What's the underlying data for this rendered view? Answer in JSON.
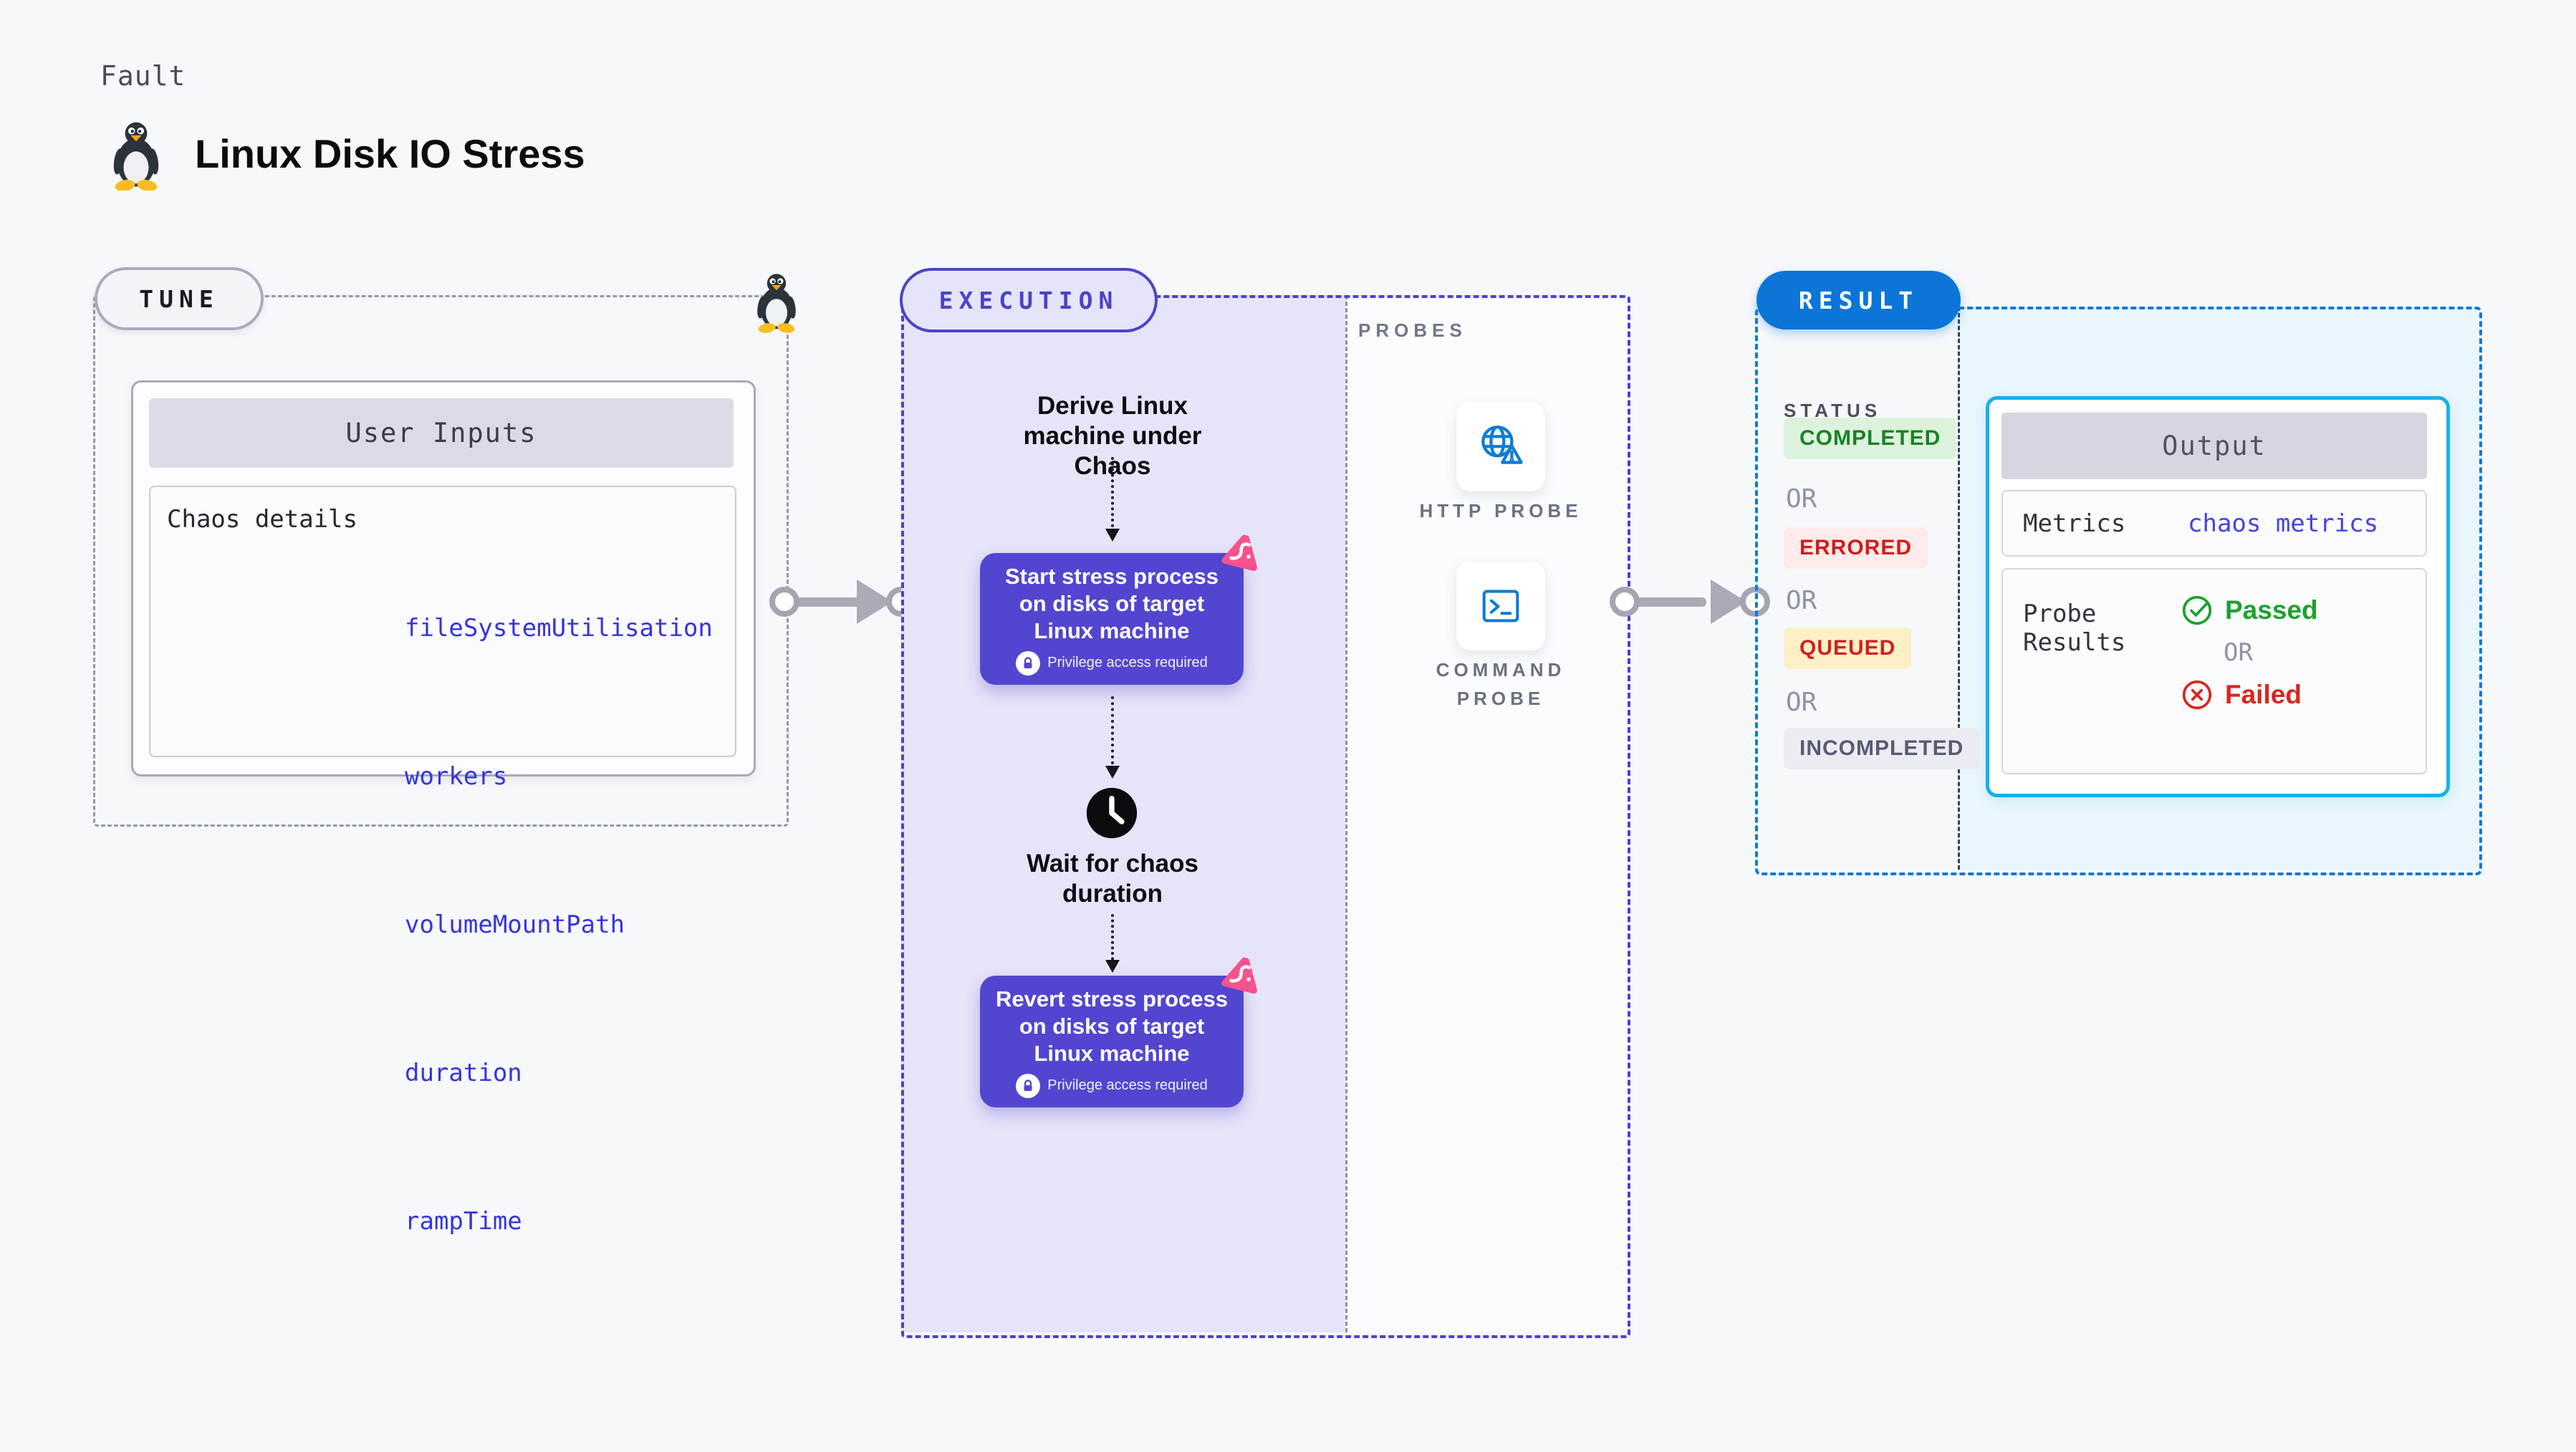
{
  "header": {
    "kicker": "Fault",
    "title": "Linux Disk IO Stress",
    "icon": "tux-penguin-icon"
  },
  "tune": {
    "label": "TUNE",
    "corner_icon": "tux-penguin-icon",
    "card": {
      "title": "User Inputs",
      "row_label": "Chaos details",
      "params": [
        "fileSystemUtilisation",
        "workers",
        "volumeMountPath",
        "duration",
        "rampTime"
      ],
      "param_color": "#3434dd"
    }
  },
  "execution": {
    "label": "EXECUTION",
    "accent_color": "#4b43cb",
    "node_color": "#5246d1",
    "derive_step": "Derive Linux machine under Chaos",
    "start_node": "Start stress process on disks of target Linux machine",
    "wait_step": "Wait for chaos duration",
    "revert_node": "Revert stress process on disks of target Linux machine",
    "privilege_note": "Privilege access required",
    "node_logo": "litmus-chaos-logo-icon",
    "logo_color": "#f7528b"
  },
  "probes": {
    "label": "PROBES",
    "icon_color": "#0e7cd3",
    "items": [
      {
        "label": "HTTP PROBE",
        "icon": "globe-alert-icon"
      },
      {
        "label": "COMMAND PROBE",
        "icon": "terminal-icon"
      }
    ]
  },
  "result": {
    "label": "RESULT",
    "accent_color": "#0b76d8",
    "status_label": "STATUS",
    "or_label": "OR",
    "statuses": [
      {
        "label": "COMPLETED",
        "text_color": "#1b8127",
        "bg": "#dcf2dc"
      },
      {
        "label": "ERRORED",
        "text_color": "#cf1d1d",
        "bg": "#fdeaea"
      },
      {
        "label": "QUEUED",
        "text_color": "#cf2222",
        "bg": "#fcf0c6"
      },
      {
        "label": "INCOMPLETED",
        "text_color": "#585b76",
        "bg": "#ebebf2"
      }
    ]
  },
  "output": {
    "title": "Output",
    "border_color": "#16b1e8",
    "metrics_label": "Metrics",
    "metrics_value": "chaos metrics",
    "metrics_value_color": "#4541e8",
    "probe_results_label": "Probe Results",
    "passed_label": "Passed",
    "passed_color": "#1ba22e",
    "or_label": "OR",
    "failed_label": "Failed",
    "failed_color": "#d6281e"
  }
}
